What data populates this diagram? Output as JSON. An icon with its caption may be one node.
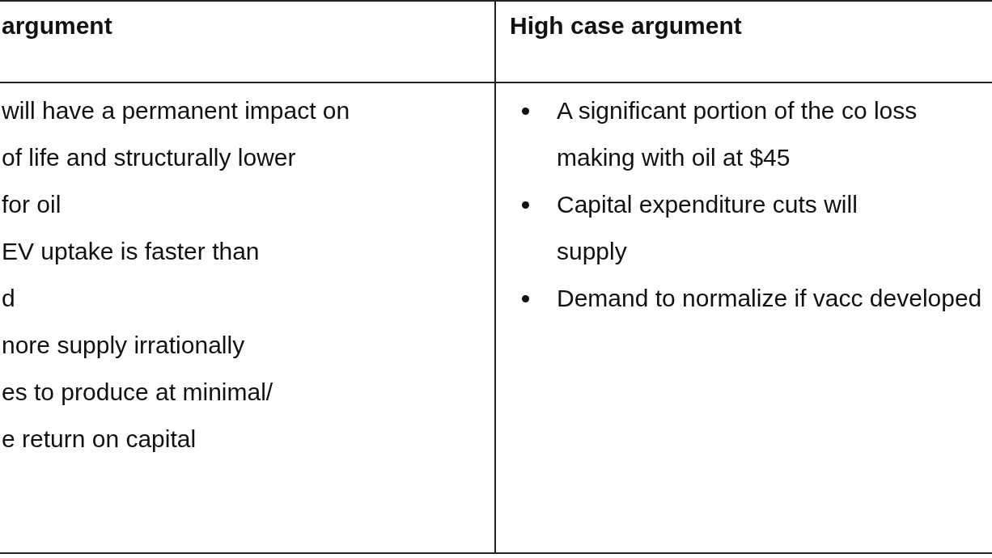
{
  "diagram": {
    "labels": [
      "argument",
      "High case argument",
      "will have a permanent impact on",
      "of life and structurally lower",
      "for oil",
      "EV uptake is faster than",
      "d",
      "nore supply irrationally",
      "es to produce at minimal/",
      "e return on capital",
      "A significant portion of the co loss making with oil at $45",
      "Capital expenditure cuts will supply",
      "Demand to normalize if vacc developed"
    ]
  }
}
